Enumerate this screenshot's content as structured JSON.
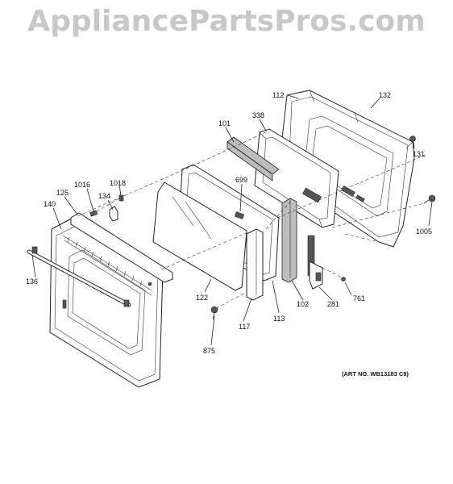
{
  "watermark": "AppliancePartsPros.com",
  "art_number": "(ART NO. WB13183 C9)",
  "callouts": {
    "p101": "101",
    "p102": "102",
    "p112": "112",
    "p113": "113",
    "p117": "117",
    "p122": "122",
    "p125": "125",
    "p131": "131",
    "p132": "132",
    "p134": "134",
    "p136": "136",
    "p140": "140",
    "p281": "281",
    "p338": "338",
    "p699": "699",
    "p761": "761",
    "p875": "875",
    "p1005": "1005",
    "p1016": "1016",
    "p1018": "1018"
  }
}
